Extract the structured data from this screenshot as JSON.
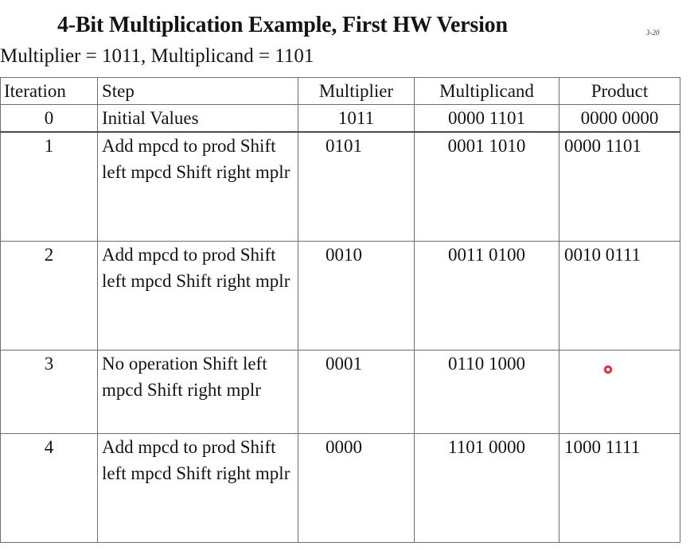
{
  "title": "4-Bit Multiplication Example, First HW Version",
  "page_number": "3-20",
  "subtitle": "Multiplier = 1011, Multiplicand = 1101",
  "table": {
    "headers": [
      "Iteration",
      "Step",
      "Multiplier",
      "Multiplicand",
      "Product"
    ],
    "rows": [
      {
        "iteration": "0",
        "step": "Initial Values",
        "multiplier": "1011",
        "multiplicand": "0000 1101",
        "product": "0000 0000"
      },
      {
        "iteration": "1",
        "step": "Add mpcd to prod Shift left mpcd Shift right mplr",
        "multiplier": "0101",
        "multiplicand": "0001 1010",
        "product": "0000 1101"
      },
      {
        "iteration": "2",
        "step": "Add mpcd to prod Shift left mpcd Shift right mplr",
        "multiplier": "0010",
        "multiplicand": "0011 0100",
        "product": "0010 0111"
      },
      {
        "iteration": "3",
        "step": "No operation Shift left mpcd Shift right mplr",
        "multiplier": "0001",
        "multiplicand": "0110 1000",
        "product": ""
      },
      {
        "iteration": "4",
        "step": "Add mpcd to prod Shift left mpcd Shift right mplr",
        "multiplier": "0000",
        "multiplicand": "1101 0000",
        "product": "1000 1111"
      }
    ]
  }
}
